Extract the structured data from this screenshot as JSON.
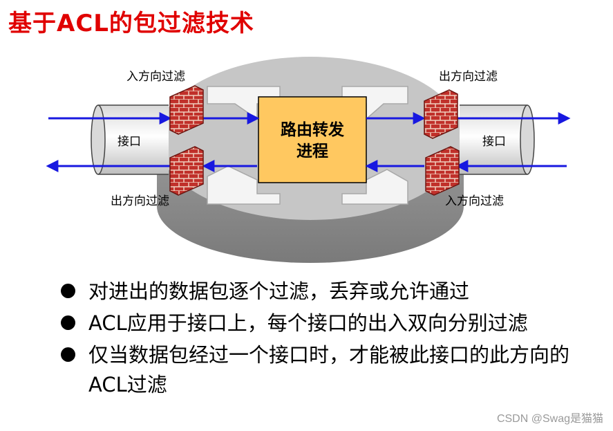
{
  "title": "基于ACL的包过滤技术",
  "diagram": {
    "left_interface_label": "接口",
    "right_interface_label": "接口",
    "router_process_line1": "路由转发",
    "router_process_line2": "进程",
    "filter_labels": {
      "top_left": "入方向过滤",
      "bottom_left": "出方向过滤",
      "top_right": "出方向过滤",
      "bottom_right": "入方向过滤"
    },
    "colors": {
      "title": "#e00000",
      "arrow": "#1818e0",
      "process_box": "#ffc860",
      "firewall": "#c0302a",
      "router_body": "#b8b8b8"
    }
  },
  "bullets": [
    "对进出的数据包逐个过滤，丢弃或允许通过",
    "ACL应用于接口上，每个接口的出入双向分别过滤",
    "仅当数据包经过一个接口时，才能被此接口的此方向的ACL过滤"
  ],
  "watermark": "CSDN @Swag是猫猫"
}
